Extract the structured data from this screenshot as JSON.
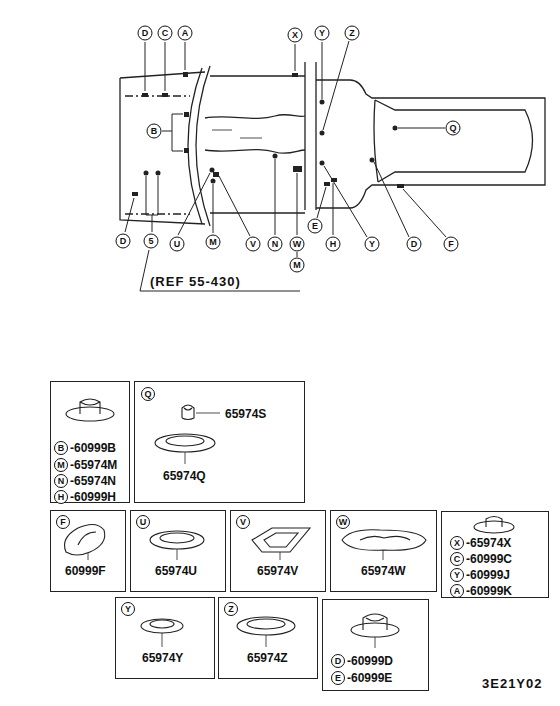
{
  "diagram": {
    "nodes": [
      {
        "text": [
          "B",
          "-60999B",
          "M",
          "-65974M",
          "N",
          "-65974N",
          "H",
          "-60999H"
        ]
      },
      {
        "text": [
          "Q",
          "65974S",
          "65974Q"
        ]
      },
      {
        "text": [
          "F",
          "60999F"
        ]
      },
      {
        "text": [
          "U",
          "65974U"
        ]
      },
      {
        "text": [
          "V",
          "65974V"
        ]
      },
      {
        "text": [
          "W",
          "65974W"
        ]
      },
      {
        "text": [
          "X",
          "-65974X",
          "C",
          "-60999C",
          "Y",
          "-60999J",
          "A",
          "-60999K"
        ]
      },
      {
        "text": [
          "Y",
          "65974Y"
        ]
      },
      {
        "text": [
          "Z",
          "65974Z"
        ]
      },
      {
        "text": [
          "D",
          "-60999D",
          "E",
          "-60999E"
        ]
      }
    ],
    "labels": [
      "D",
      "C",
      "A",
      "X",
      "Y",
      "Z",
      "B",
      "Q",
      "D",
      "5",
      "U",
      "M",
      "V",
      "N",
      "W",
      "M",
      "E",
      "H",
      "Y",
      "D",
      "F",
      "(REF 55-430)",
      "3E21Y02"
    ]
  }
}
